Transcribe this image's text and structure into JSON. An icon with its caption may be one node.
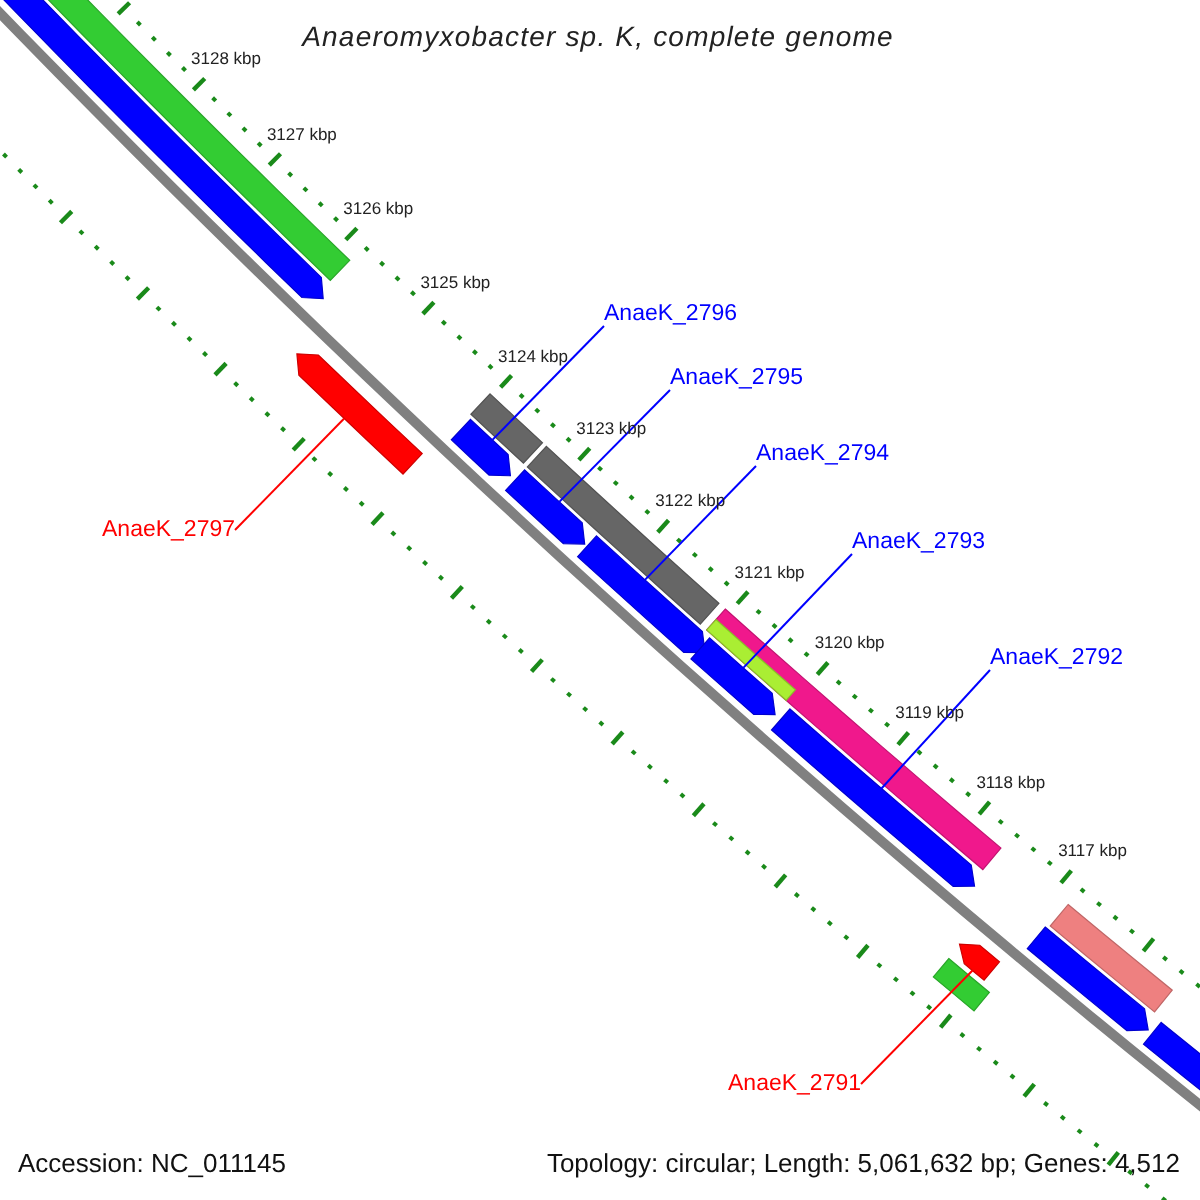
{
  "diagram": {
    "title": "Anaeromyxobacter sp. K, complete genome",
    "nodes": [
      {
        "text": [
          "AnaeK_2796"
        ]
      },
      {
        "text": [
          "AnaeK_2795"
        ]
      },
      {
        "text": [
          "AnaeK_2794"
        ]
      },
      {
        "text": [
          "AnaeK_2797"
        ]
      },
      {
        "text": [
          "AnaeK_2793"
        ]
      },
      {
        "text": [
          "AnaeK_2792"
        ]
      },
      {
        "text": [
          "AnaeK_2791"
        ]
      },
      {
        "text": [],
        "shape": "arrow"
      },
      {
        "text": [],
        "shape": "bar"
      },
      {
        "text": [],
        "shape": "arrow"
      },
      {
        "text": [],
        "shape": "bar"
      },
      {
        "text": [],
        "shape": "arrow"
      },
      {
        "text": [],
        "shape": "bar"
      },
      {
        "text": [],
        "shape": "arrow"
      },
      {
        "text": [],
        "shape": "arrow"
      },
      {
        "text": [],
        "shape": "bar"
      },
      {
        "text": [],
        "shape": "bar",
        "in": 15
      },
      {
        "text": [],
        "shape": "arrow"
      },
      {
        "text": [],
        "shape": "arrow"
      },
      {
        "text": [],
        "shape": "arrow"
      },
      {
        "text": [],
        "shape": "bar"
      },
      {
        "text": [],
        "shape": "bar"
      },
      {
        "text": [],
        "shape": "arrow"
      },
      {
        "text": [],
        "shape": "arrow"
      }
    ],
    "edges": [
      {
        "from": 0,
        "to": 11,
        "arrow": "none"
      },
      {
        "from": 1,
        "to": 13,
        "arrow": "none"
      },
      {
        "from": 2,
        "to": 14,
        "arrow": "none"
      },
      {
        "from": 3,
        "to": 9,
        "arrow": "none",
        "color": "#ff0000"
      },
      {
        "from": 4,
        "to": 17,
        "arrow": "none"
      },
      {
        "from": 5,
        "to": 18,
        "arrow": "none"
      },
      {
        "from": 6,
        "to": 19,
        "arrow": "none",
        "color": "#ff0000"
      }
    ],
    "labels": [
      "3128 kbp",
      "3127 kbp",
      "3126 kbp",
      "3125 kbp",
      "3124 kbp",
      "3123 kbp",
      "3122 kbp",
      "3121 kbp",
      "3120 kbp",
      "3119 kbp",
      "3118 kbp",
      "3117 kbp",
      "Accession: NC_011145",
      "Topology: circular; Length: 5,061,632 bp; Genes: 4,512"
    ]
  }
}
